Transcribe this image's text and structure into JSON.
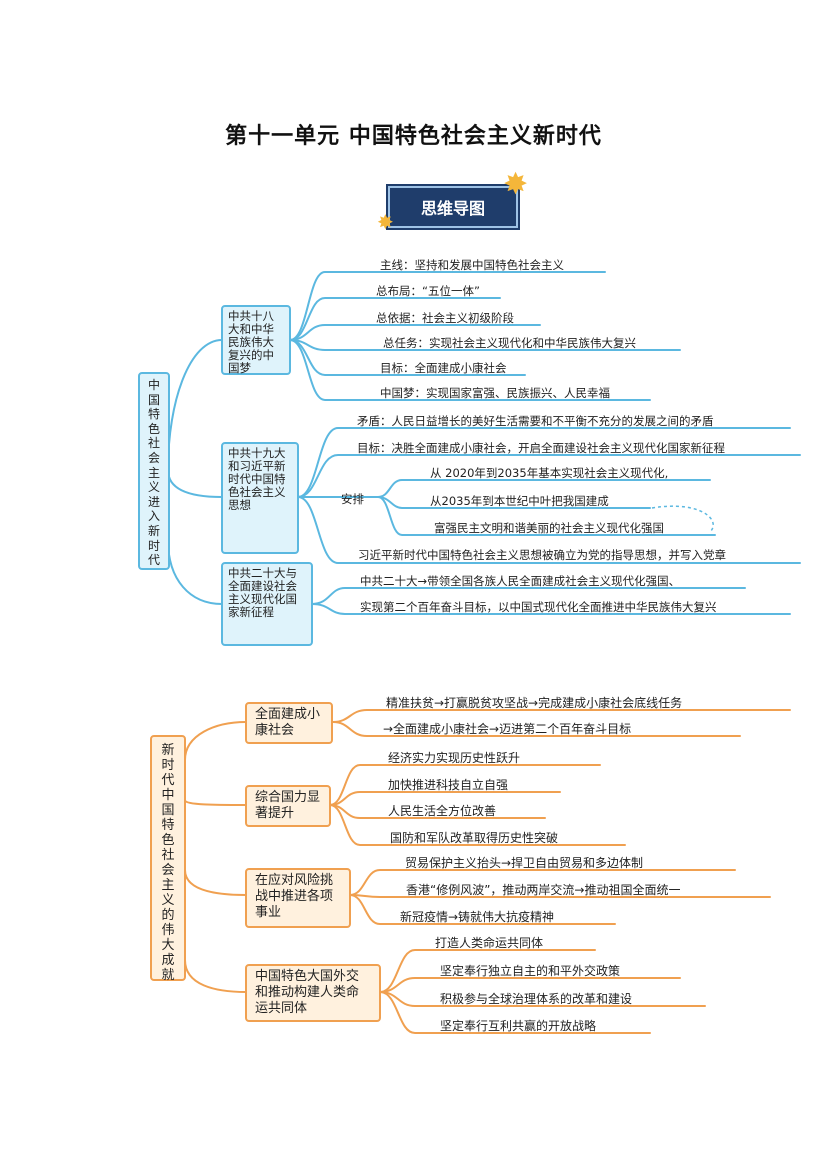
{
  "title": "第十一单元  中国特色社会主义新时代",
  "badge": "思维导图",
  "colors": {
    "blue": "#5bb8e0",
    "orange": "#f0a050",
    "badge": "#1f3d6b",
    "star": "#f4b63a"
  },
  "map1": {
    "root": "中国特色社会主义进入新时代",
    "n1": {
      "label": "中共十八大和中华民族伟大复兴的中国梦",
      "items": [
        "主线：坚持和发展中国特色社会主义",
        "总布局：“五位一体”",
        "总依据：社会主义初级阶段",
        "总任务：实现社会主义现代化和中华民族伟大复兴",
        "目标：全面建成小康社会",
        "中国梦：实现国家富强、民族振兴、人民幸福"
      ]
    },
    "n2": {
      "label": "中共十九大和习近平新时代中国特色社会主义思想",
      "items": [
        "矛盾：人民日益增长的美好生活需要和不平衡不充分的发展之间的矛盾",
        "目标：决胜全面建成小康社会，开启全面建设社会主义现代化国家新征程",
        "习近平新时代中国特色社会主义思想被确立为党的指导思想，并写入党章"
      ],
      "arrange": {
        "label": "安排",
        "items": [
          "从  2020年到2035年基本实现社会主义现代化,",
          "从2035年到本世纪中叶把我国建成",
          "富强民主文明和谐美丽的社会主义现代化强国"
        ]
      }
    },
    "n3": {
      "label": "中共二十大与全面建设社会主义现代化国家新征程",
      "items": [
        "中共二十大→带领全国各族人民全面建成社会主义现代化强国、",
        "实现第二个百年奋斗目标，以中国式现代化全面推进中华民族伟大复兴"
      ]
    }
  },
  "map2": {
    "root": "新时代中国特色社会主义的伟大成就",
    "n1": {
      "label": "全面建成小康社会",
      "items": [
        "精准扶贫→打赢脱贫攻坚战→完成建成小康社会底线任务",
        "→全面建成小康社会→迈进第二个百年奋斗目标"
      ]
    },
    "n2": {
      "label": "综合国力显著提升",
      "items": [
        "经济实力实现历史性跃升",
        "加快推进科技自立自强",
        "人民生活全方位改善",
        "国防和军队改革取得历史性突破"
      ]
    },
    "n3": {
      "label": "在应对风险挑战中推进各项事业",
      "items": [
        "贸易保护主义抬头→捍卫自由贸易和多边体制",
        "香港“修例风波”，推动两岸交流→推动祖国全面统一",
        "新冠疫情→铸就伟大抗疫精神"
      ]
    },
    "n4": {
      "label": "中国特色大国外交和推动构建人类命运共同体",
      "items": [
        "打造人类命运共同体",
        "坚定奉行独立自主的和平外交政策",
        "积极参与全球治理体系的改革和建设",
        "坚定奉行互利共赢的开放战略"
      ]
    }
  }
}
